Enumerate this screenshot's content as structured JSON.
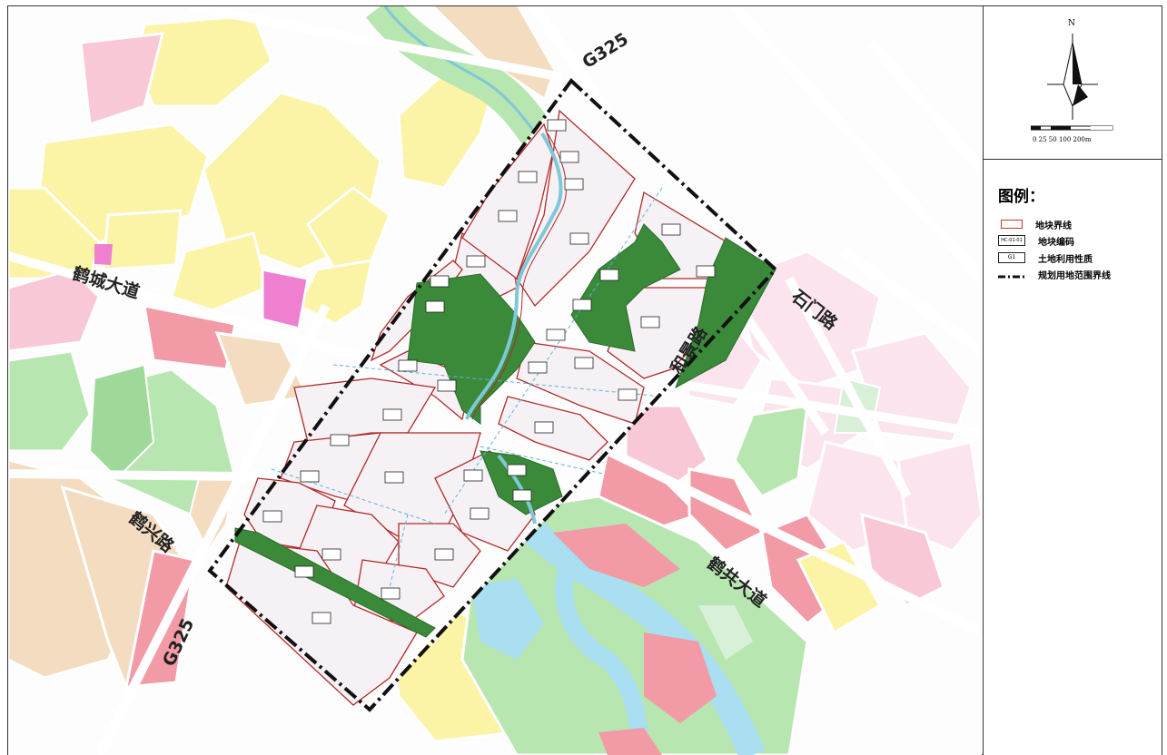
{
  "roads": {
    "g325_top": "G325",
    "g325_bottom": "G325",
    "hecheng": "鹤城大道",
    "hexing": "鹤兴路",
    "shimen": "石门路",
    "hejing": "和景路",
    "hegong": "鹤共大道"
  },
  "compass": {
    "north": "N",
    "scale_labels": "0 25 50   100        200m"
  },
  "legend": {
    "title": "图例：",
    "items": [
      {
        "symbol": "boundary",
        "label": "地块界线"
      },
      {
        "symbol": "code",
        "symbol_text": "HC-01-01",
        "label": "地块编码"
      },
      {
        "symbol": "use",
        "symbol_text": "G1",
        "label": "土地利用性质"
      },
      {
        "symbol": "planline",
        "label": "规划用地范围界线"
      }
    ]
  },
  "colors": {
    "residential_yellow": "#fbf3a5",
    "commercial_pink": "#f8c8d6",
    "commercial_red": "#f29aa6",
    "green_space": "#3a8a3a",
    "light_green": "#b7e6b0",
    "water_blue": "#a9dff0",
    "tan_land": "#f3dcc0",
    "plot_fill": "#f6f1f5",
    "plot_border": "#b02a2a",
    "magenta": "#ef80d0"
  }
}
